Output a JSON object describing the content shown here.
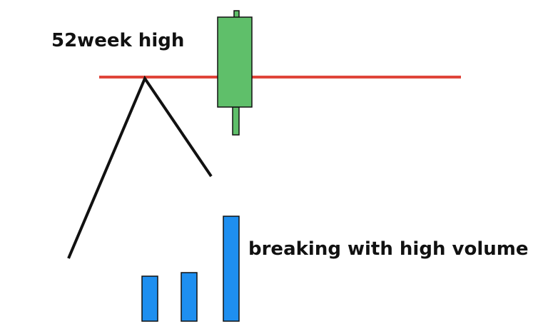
{
  "labels": {
    "resistance": "52week high",
    "volume_note": "breaking with high volume"
  },
  "colors": {
    "resistance_line": "#e0453a",
    "price_path": "#111111",
    "candle_fill": "#5fbf6a",
    "candle_stroke": "#111111",
    "volume_fill": "#1e8ff0",
    "volume_stroke": "#111111"
  },
  "diagram": {
    "type": "breakout-illustration",
    "price_path": [
      "rise to 52-week high",
      "pullback"
    ],
    "breakout_candle": {
      "direction": "bullish",
      "breaks": "52-week high"
    },
    "volume_bars": [
      {
        "relative_volume": 0.43
      },
      {
        "relative_volume": 0.46
      },
      {
        "relative_volume": 1.0
      }
    ]
  }
}
